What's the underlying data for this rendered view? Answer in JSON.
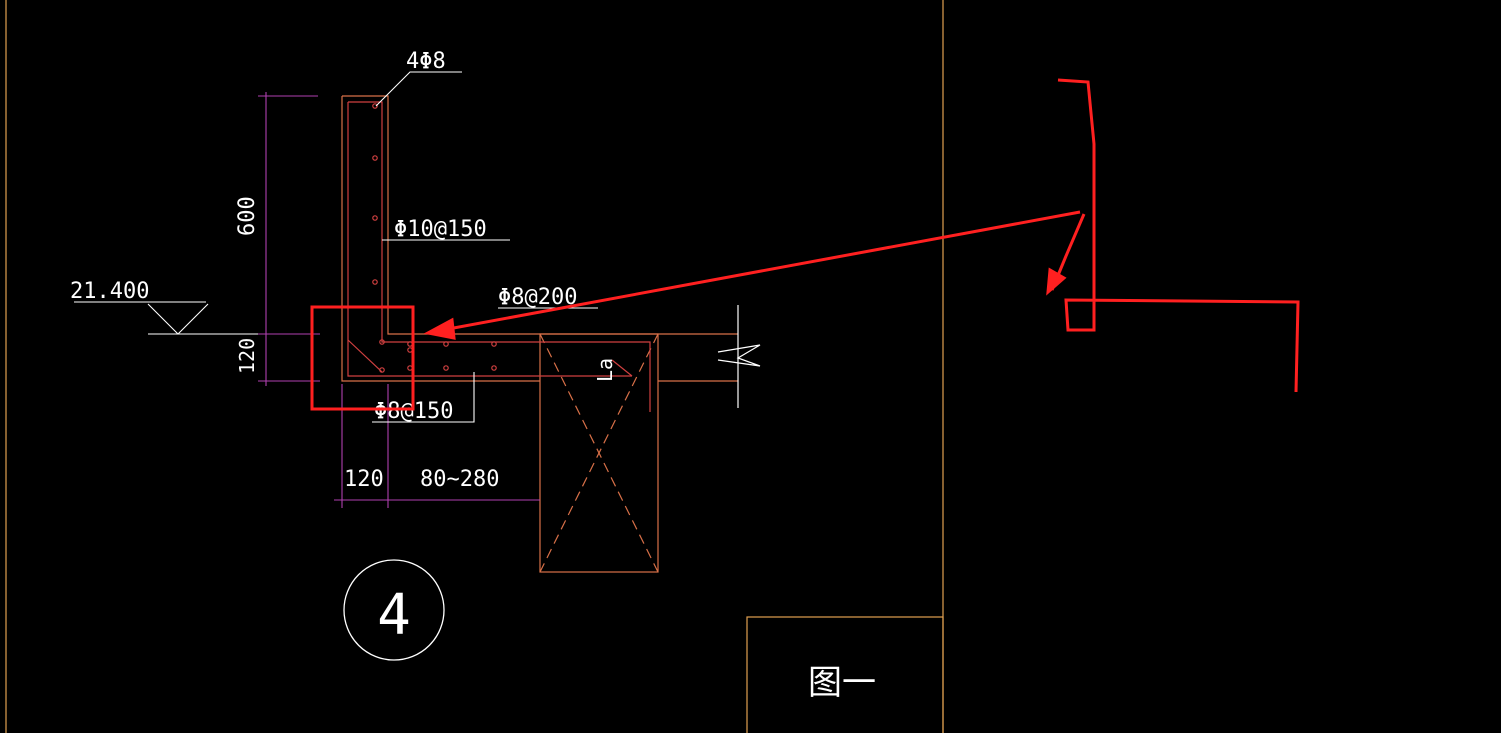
{
  "drawing": {
    "top_rebar_label": "4Φ8",
    "vertical_rebar_label": "Φ10@150",
    "slab_rebar_label": "Φ8@200",
    "bottom_rebar_label": "Φ8@150",
    "anchorage_label": "La",
    "elevation_label": "21.400",
    "dim_height_600": "600",
    "dim_height_120": "120",
    "dim_width_120": "120",
    "dim_width_range": "80~280",
    "detail_number": "4",
    "sheet_label": "图一"
  },
  "colors": {
    "background": "#000000",
    "frame_orange": "#e0a050",
    "concrete_outline": "#d87048",
    "rebar_red": "#d04040",
    "dimension_magenta": "#b040b0",
    "leader_white": "#ffffff",
    "annotation_red": "#ff2020"
  }
}
